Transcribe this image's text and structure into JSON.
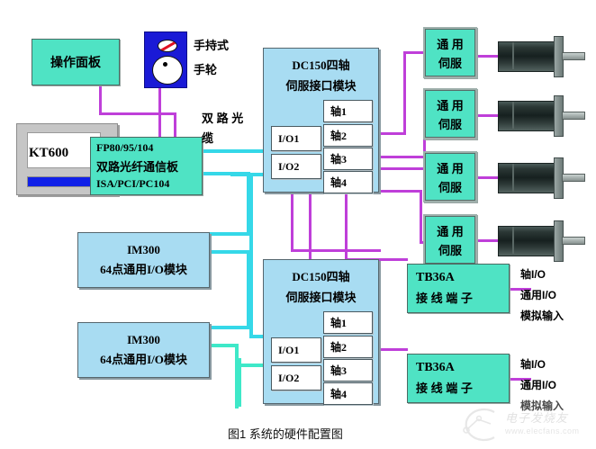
{
  "figure": {
    "caption": "图1 系统的硬件配置图",
    "watermark_text": "电子发烧友",
    "watermark_url": "www.elecfans.com"
  },
  "colors": {
    "mint": "#4fe3c4",
    "light_blue": "#a8dcf2",
    "magenta_link": "#bf3fd9",
    "cyan_link": "#35d8e8",
    "teal_link": "#3ee8c8",
    "handwheel_blue": "#1a1ad6",
    "pc_gray": "#c6c6c6",
    "pc_bar_blue": "#1020e8"
  },
  "nodes": {
    "operation_panel": {
      "label": "操作面板"
    },
    "handwheel": {
      "label_line1": "手持式",
      "label_line2": "手轮"
    },
    "computer": {
      "label": "KT600"
    },
    "fiber_board": {
      "line1": "FP80/95/104",
      "line2": "双路光纤通信板",
      "line3": "ISA/PCI/PC104"
    },
    "fiber_cable_label": {
      "line1": "双 路 光",
      "line2": "缆"
    },
    "dc150_top": {
      "title_line1": "DC150四轴",
      "title_line2": "伺服接口模块",
      "io_ports": [
        "I/O1",
        "I/O2"
      ],
      "axis_ports": [
        "轴1",
        "轴2",
        "轴3",
        "轴4"
      ]
    },
    "dc150_bottom": {
      "title_line1": "DC150四轴",
      "title_line2": "伺服接口模块",
      "io_ports": [
        "I/O1",
        "I/O2"
      ],
      "axis_ports": [
        "轴1",
        "轴2",
        "轴3",
        "轴4"
      ]
    },
    "im300_modules": [
      {
        "line1": "IM300",
        "line2": "64点通用I/O模块"
      },
      {
        "line1": "IM300",
        "line2": "64点通用I/O模块"
      }
    ],
    "servos": [
      {
        "line1": "通 用",
        "line2": "伺服"
      },
      {
        "line1": "通 用",
        "line2": "伺服"
      },
      {
        "line1": "通 用",
        "line2": "伺服"
      },
      {
        "line1": "通 用",
        "line2": "伺服"
      }
    ],
    "terminal_blocks": [
      {
        "line1": "TB36A",
        "line2": "接 线 端 子",
        "outputs": [
          "轴I/O",
          "通用I/O",
          "模拟输入"
        ]
      },
      {
        "line1": "TB36A",
        "line2": "接 线 端 子",
        "outputs": [
          "轴I/O",
          "通用I/O",
          "模拟输入"
        ]
      }
    ]
  }
}
